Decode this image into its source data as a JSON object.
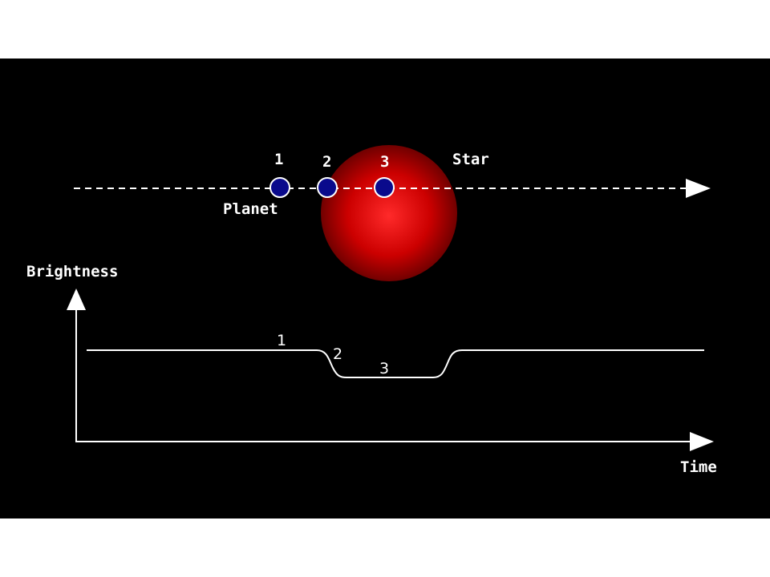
{
  "diagram": {
    "star_label": "Star",
    "planet_label": "Planet",
    "brightness_label": "Brightness",
    "time_label": "Time",
    "positions": [
      "1",
      "2",
      "3"
    ],
    "curve_marks": [
      "1",
      "2",
      "3"
    ],
    "colors": {
      "background": "#000000",
      "star": "#cc0000",
      "planet_fill": "#0a0a8c",
      "planet_stroke": "#ffffff",
      "lines": "#ffffff"
    }
  }
}
